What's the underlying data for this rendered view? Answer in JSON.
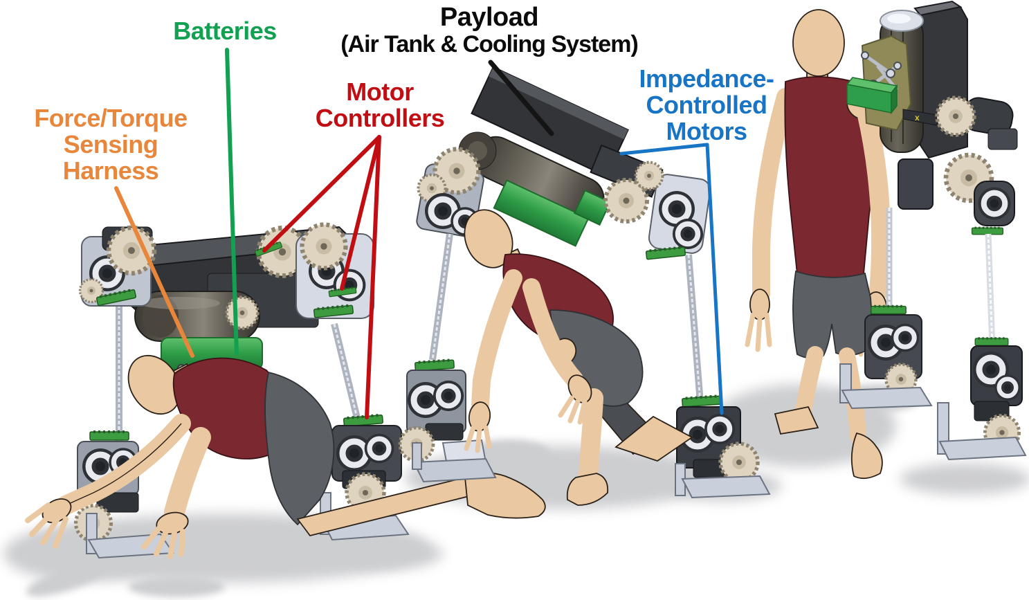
{
  "figure_background": "#ffffff",
  "labels": {
    "batteries": {
      "text": "Batteries",
      "color": "#12A151"
    },
    "payload": {
      "line1": "Payload",
      "line2": "(Air Tank & Cooling System)",
      "color": "#0B0B0B"
    },
    "force_torque": {
      "line1": "Force/Torque",
      "line2": "Sensing",
      "line3": "Harness",
      "color": "#E8873C"
    },
    "motor_controllers": {
      "line1": "Motor",
      "line2": "Controllers",
      "color": "#C00E13"
    },
    "impedance": {
      "line1": "Impedance-",
      "line2": "Controlled",
      "line3": "Motors",
      "color": "#1874C5"
    }
  },
  "leader_line_colors": {
    "batteries": "#12A151",
    "payload": "#141414",
    "force_torque": "#E8873C",
    "motor_controllers": "#C00E13",
    "impedance": "#1874C5"
  },
  "accent_colors": {
    "shirt_red": "#7C2830",
    "shorts_gray": "#5C6065",
    "skin": "#EAC9A2",
    "battery_green": "#2E9C47",
    "gear_tan": "#DFD4BF",
    "robot_dark": "#323438",
    "bracket_light": "#D6DAE4"
  }
}
